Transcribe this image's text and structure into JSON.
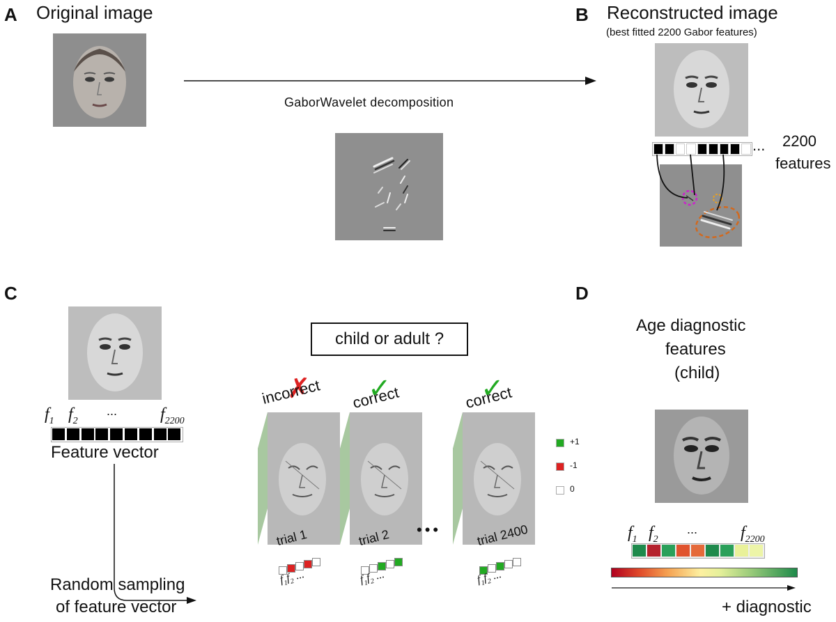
{
  "panel_a": {
    "letter": "A",
    "title": "Original image",
    "arrow_label": "GaborWavelet decomposition"
  },
  "panel_b": {
    "letter": "B",
    "title": "Reconstructed image",
    "subtitle": "(best fitted 2200 Gabor features)",
    "ellipsis": "...",
    "count_label_1": "2200",
    "count_label_2": "features",
    "vector_cells": [
      "black",
      "black",
      "white",
      "white",
      "black",
      "black",
      "black",
      "black",
      "white"
    ]
  },
  "panel_c": {
    "letter": "C",
    "question": "child or adult ?",
    "feature_labels": {
      "f1": "f",
      "f1_sub": "1",
      "f2": "f",
      "f2_sub": "2",
      "dots": "...",
      "f2200": "f",
      "f2200_sub": "2200"
    },
    "feature_vector_label": "Feature vector",
    "random_label_1": "Random sampling",
    "random_label_2": "of feature vector",
    "trials": [
      {
        "verdict": "incorrect",
        "symbol": "✗",
        "trial_word": "trial",
        "number": "1",
        "cells": [
          "white",
          "red",
          "white",
          "red",
          "white"
        ]
      },
      {
        "verdict": "correct",
        "symbol": "✓",
        "trial_word": "trial",
        "number": "2",
        "cells": [
          "white",
          "white",
          "green",
          "white",
          "green"
        ]
      },
      {
        "verdict": "correct",
        "symbol": "✓",
        "trial_word": "trial",
        "number": "2400",
        "cells": [
          "green",
          "white",
          "green",
          "white",
          "white"
        ]
      }
    ],
    "trial_feature_labels": {
      "f1": "f",
      "f1_sub": "1",
      "f2": "f",
      "f2_sub": "2",
      "dots": "..."
    },
    "middle_dots": "•••",
    "legend": [
      {
        "label": "+1",
        "color": "#22aa22"
      },
      {
        "label": "-1",
        "color": "#dd2222"
      },
      {
        "label": "0",
        "color": "#ffffff"
      }
    ]
  },
  "panel_d": {
    "letter": "D",
    "title_1": "Age diagnostic",
    "title_2": "features",
    "title_3": "(child)",
    "feature_labels": {
      "f1": "f",
      "f1_sub": "1",
      "f2": "f",
      "f2_sub": "2",
      "dots": "...",
      "f2200": "f",
      "f2200_sub": "2200"
    },
    "cells": [
      "#1f8a4c",
      "#b5222d",
      "#2aa05a",
      "#e0532e",
      "#e56a3a",
      "#1f8a4c",
      "#2aa05a",
      "#e9f19a",
      "#edf5a8"
    ],
    "axis_label": "+ diagnostic"
  },
  "colors": {
    "magenta": "#cc22cc",
    "orange": "#e8a020",
    "dark_orange": "#d2691e",
    "green": "#22aa22",
    "red": "#dd2222"
  }
}
